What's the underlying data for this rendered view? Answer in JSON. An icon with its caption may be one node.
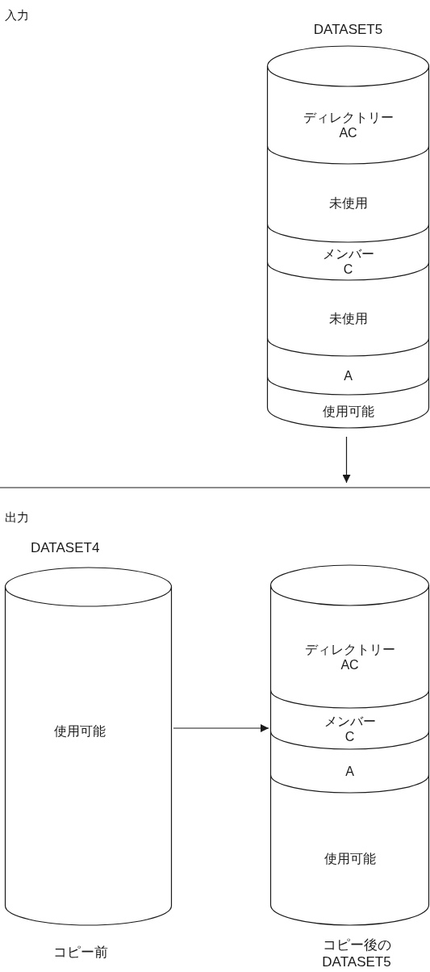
{
  "diagram": {
    "nodes": [
      {
        "text": [
          "DATASET5"
        ]
      },
      {
        "text": [
          "ディレクトリー AC"
        ],
        "in": 0
      },
      {
        "text": [
          "未使用"
        ],
        "in": 0
      },
      {
        "text": [
          "メンバー C"
        ],
        "in": 0
      },
      {
        "text": [
          "未使用"
        ],
        "in": 0
      },
      {
        "text": [
          "A"
        ],
        "in": 0
      },
      {
        "text": [
          "使用可能"
        ],
        "in": 0
      },
      {
        "text": [
          "DATASET4",
          "使用可能"
        ],
        "beside": [
          "コピー前"
        ]
      },
      {
        "text": [],
        "shape": "cylinder",
        "beside": [
          "コピー後の DATASET5"
        ]
      },
      {
        "text": [
          "ディレクトリー AC"
        ],
        "in": 8
      },
      {
        "text": [
          "メンバー C"
        ],
        "in": 8
      },
      {
        "text": [
          "A"
        ],
        "in": 8
      },
      {
        "text": [
          "使用可能"
        ],
        "in": 8
      }
    ],
    "edges": [
      {
        "from": 0,
        "to": null,
        "arrow": "to"
      },
      {
        "from": 7,
        "to": 8,
        "arrow": "to"
      }
    ],
    "labels": [
      "入力",
      "出力"
    ]
  }
}
